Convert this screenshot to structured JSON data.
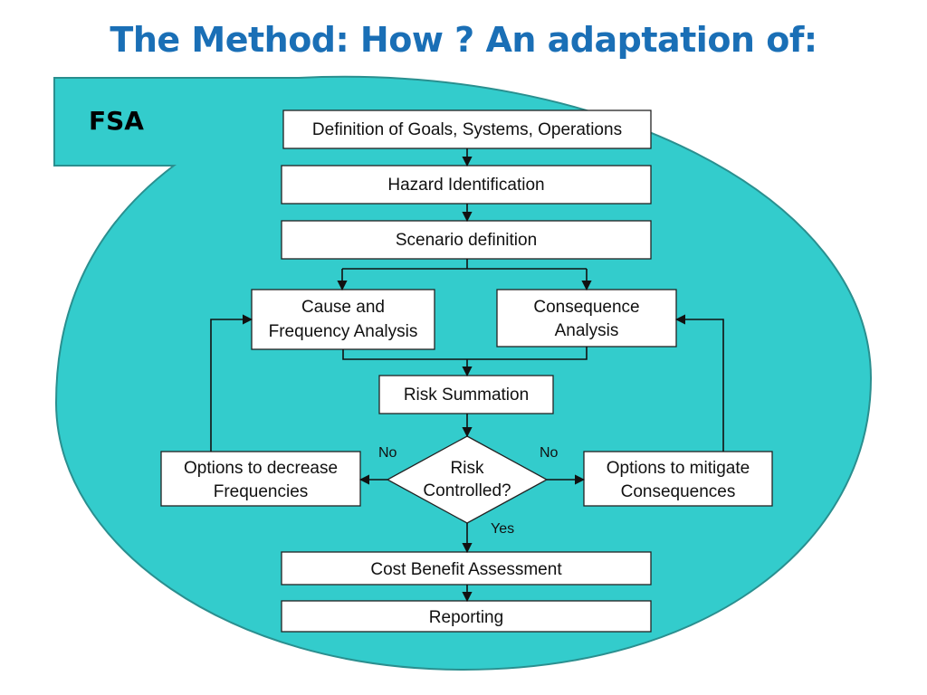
{
  "title": "The Method: How ? An adaptation of:",
  "colors": {
    "background_shape": "#33cccc",
    "background_stroke": "#2a8f8f",
    "title": "#1a6fb6",
    "box_fill": "#ffffff",
    "box_stroke": "#222222"
  },
  "diagram": {
    "label": "FSA",
    "nodes": {
      "goals": "Definition of Goals, Systems, Operations",
      "hazard": "Hazard Identification",
      "scenario": "Scenario definition",
      "cause_l1": "Cause and",
      "cause_l2": "Frequency Analysis",
      "consequence_l1": "Consequence",
      "consequence_l2": "Analysis",
      "risk_sum": "Risk Summation",
      "decision_l1": "Risk",
      "decision_l2": "Controlled?",
      "decrease_l1": "Options to decrease",
      "decrease_l2": "Frequencies",
      "mitigate_l1": "Options to mitigate",
      "mitigate_l2": "Consequences",
      "cost_benefit": "Cost Benefit Assessment",
      "reporting": "Reporting"
    },
    "edge_labels": {
      "no_left": "No",
      "no_right": "No",
      "yes": "Yes"
    }
  }
}
